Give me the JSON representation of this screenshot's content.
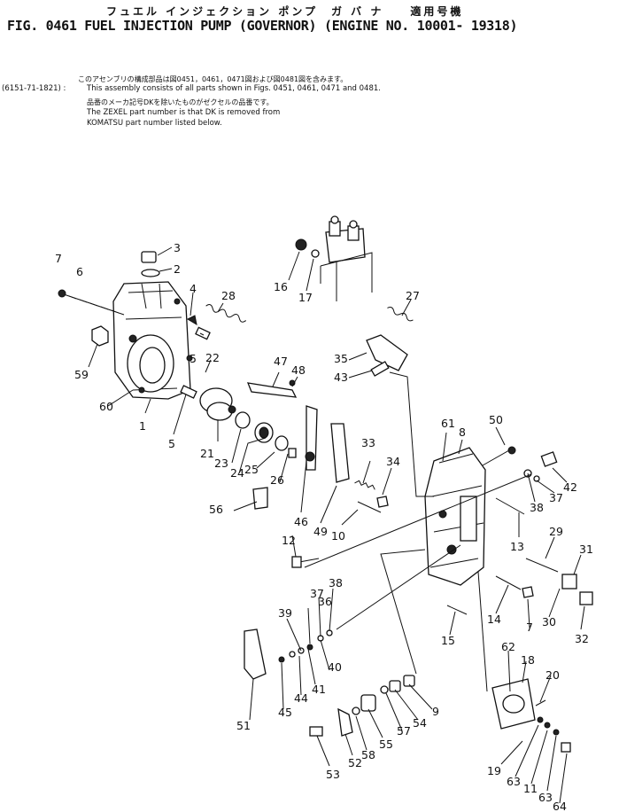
{
  "header": {
    "title_jp": "フュエル インジェクション ポンプ　ガ バ ナ　　適用号機",
    "title": "FIG. 0461  FUEL  INJECTION  PUMP  (GOVERNOR)  (ENGINE  NO. 10001- 19318)"
  },
  "notes": {
    "line1_jp": "このアセンブリの構成部品は図0451，0461，0471図および図0481図を含みます。",
    "code": "(6151-71-1821) :",
    "line1": "This assembly consists of all parts shown in Figs. 0451, 0461, 0471 and 0481.",
    "line2_jp": "品番のメーカ記号DKを除いたものがゼクセルの品番です。",
    "line2": "The ZEXEL part number is that DK is removed from",
    "line3": "KOMATSU part number listed below."
  },
  "callouts": [
    "1",
    "2",
    "3",
    "4",
    "5",
    "5",
    "6",
    "7",
    "7",
    "8",
    "9",
    "10",
    "11",
    "12",
    "13",
    "14",
    "15",
    "16",
    "17",
    "18",
    "19",
    "20",
    "21",
    "22",
    "23",
    "24",
    "25",
    "26",
    "27",
    "28",
    "29",
    "30",
    "31",
    "32",
    "33",
    "34",
    "35",
    "36",
    "37",
    "37",
    "38",
    "38",
    "39",
    "40",
    "41",
    "42",
    "43",
    "44",
    "45",
    "46",
    "47",
    "48",
    "49",
    "50",
    "51",
    "52",
    "53",
    "54",
    "55",
    "56",
    "57",
    "58",
    "59",
    "60",
    "61",
    "62",
    "63",
    "63",
    "64"
  ]
}
